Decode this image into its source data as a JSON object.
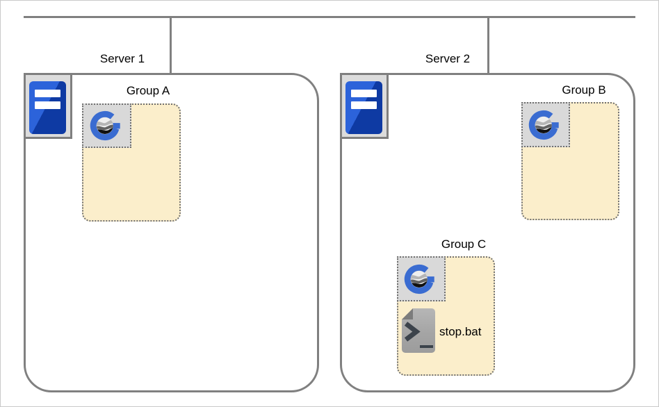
{
  "diagram_title": "server-job-groups-diagram",
  "servers": [
    {
      "label": "Server 1"
    },
    {
      "label": "Server 2"
    }
  ],
  "groups": [
    {
      "label": "Group A",
      "server": "Server 1",
      "items": []
    },
    {
      "label": "Group B",
      "server": "Server 2",
      "items": []
    },
    {
      "label": "Group C",
      "server": "Server 2",
      "items": [
        {
          "label": "stop.bat",
          "icon": "batch-script-icon"
        }
      ]
    }
  ],
  "icons": {
    "server": "server-tower-icon",
    "group_logo": "g-globe-logo-icon",
    "batch": "batch-script-icon"
  },
  "colors": {
    "line_gray": "#808080",
    "group_fill": "#fbeecb",
    "group_border": "#6f6f6f",
    "chip_gray": "#d9d9d9",
    "logo_blue": "#3a6cd1",
    "tower_blue_light": "#2c63da",
    "tower_blue_dark": "#0e3aa3"
  }
}
